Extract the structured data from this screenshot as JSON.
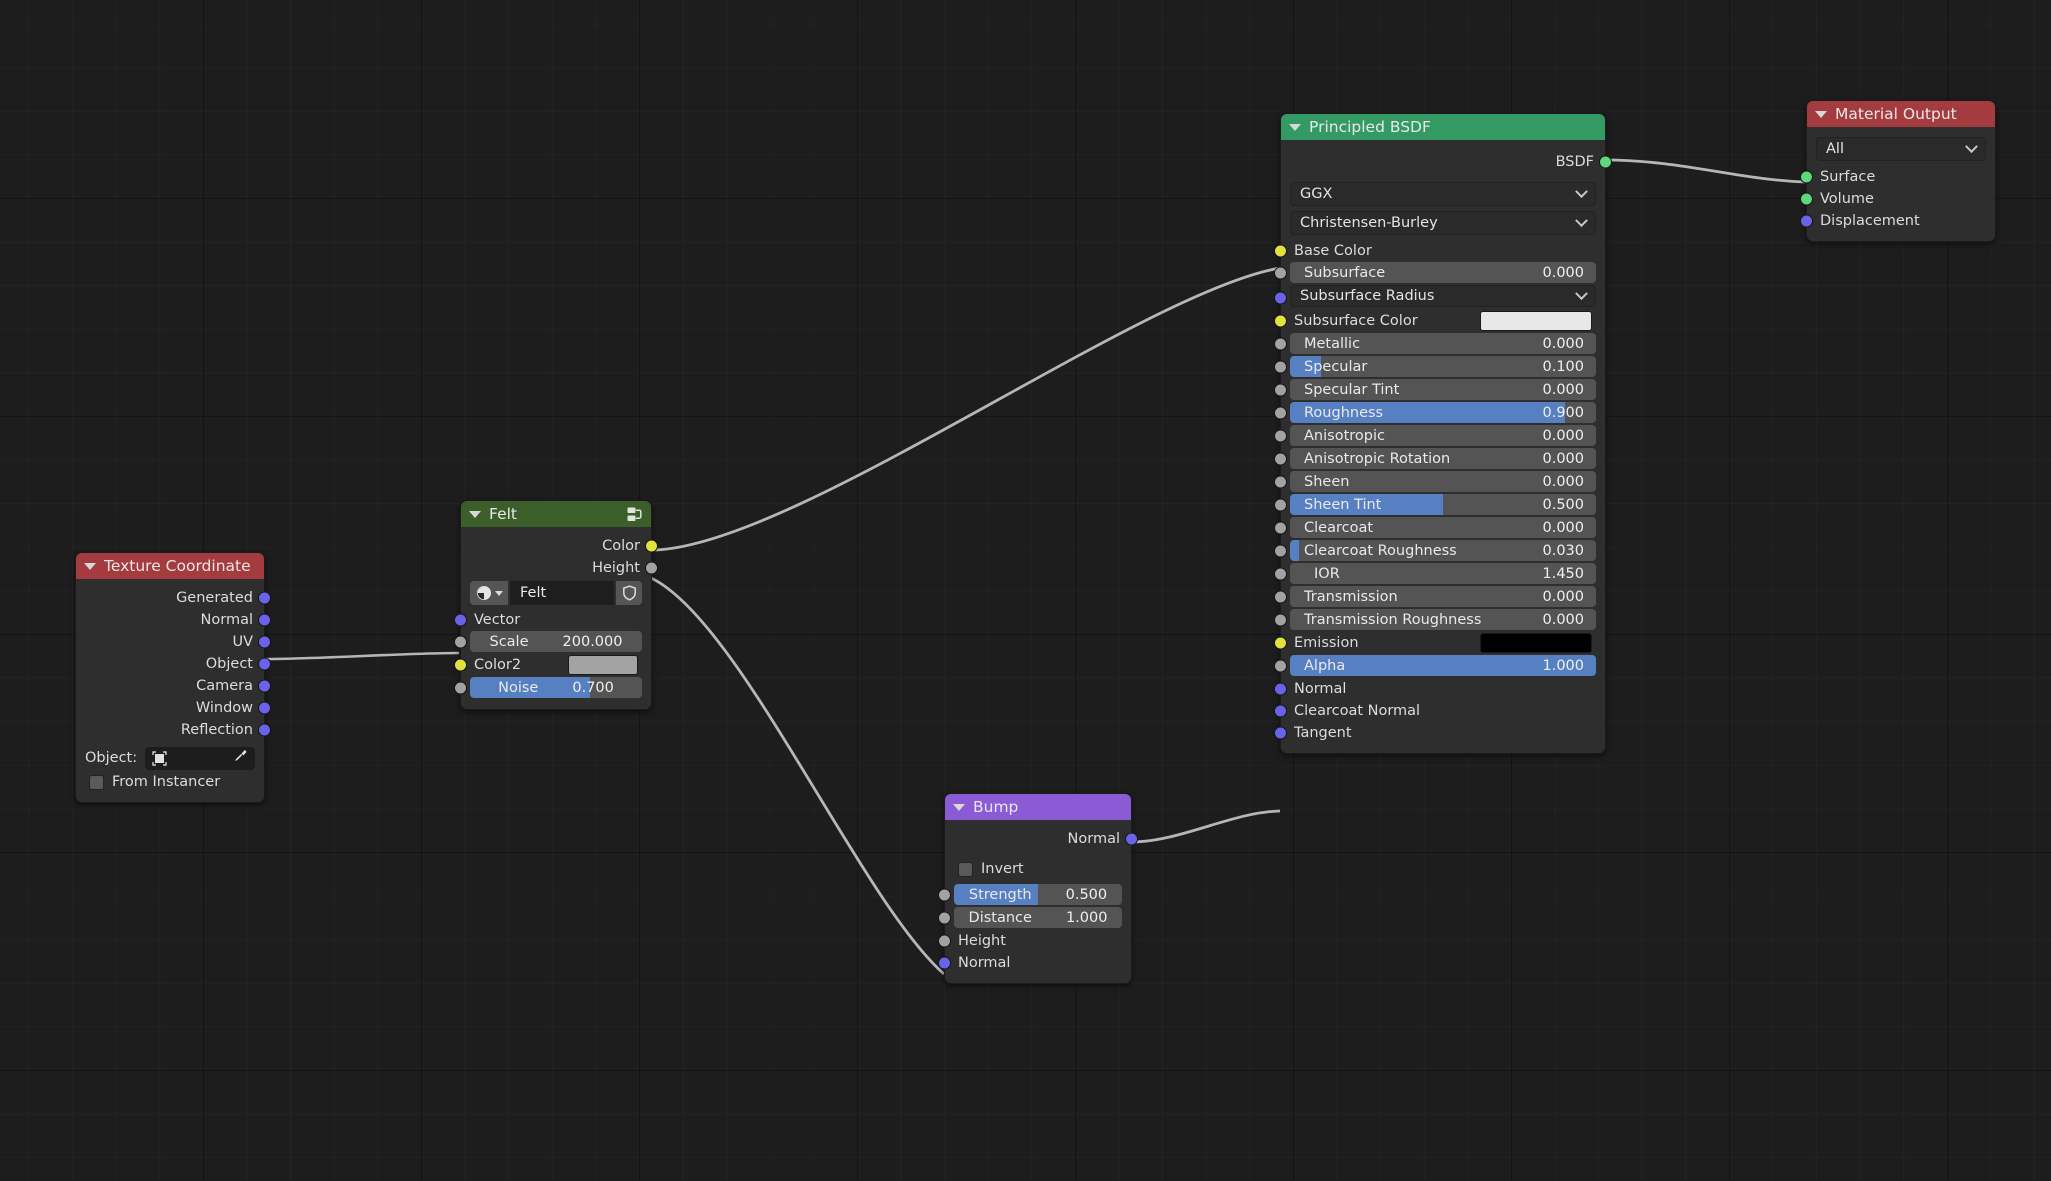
{
  "app": {
    "editor": "Shader Node Editor",
    "background_color": "#1d1d1d"
  },
  "colors": {
    "header_shader": "#349a64",
    "header_input": "#a33b3f",
    "header_vector": "#8b5bd6",
    "header_texture": "#3c5e2a",
    "slider_fill": "#5680c2",
    "socket_shader": "#5bd97c",
    "socket_color": "#e2e23f",
    "socket_value": "#a2a2a2",
    "socket_vector": "#6a63e8",
    "link": "#b6b6b6"
  },
  "nodes": {
    "texture_coordinate": {
      "title": "Texture Coordinate",
      "outputs": [
        {
          "label": "Generated",
          "socket": "vector"
        },
        {
          "label": "Normal",
          "socket": "vector"
        },
        {
          "label": "UV",
          "socket": "vector"
        },
        {
          "label": "Object",
          "socket": "vector"
        },
        {
          "label": "Camera",
          "socket": "vector"
        },
        {
          "label": "Window",
          "socket": "vector"
        },
        {
          "label": "Reflection",
          "socket": "vector"
        }
      ],
      "object_label": "Object:",
      "object_value": "",
      "from_instancer_label": "From Instancer",
      "from_instancer_checked": false
    },
    "felt": {
      "title": "Felt",
      "outputs": [
        {
          "label": "Color",
          "socket": "color"
        },
        {
          "label": "Height",
          "socket": "value"
        }
      ],
      "texture_name": "Felt",
      "inputs": [
        {
          "label": "Vector",
          "socket": "vector"
        }
      ],
      "props": [
        {
          "name": "Scale",
          "value": "200.000",
          "fill": 0
        },
        {
          "name": "Noise",
          "value": "0.700",
          "fill": 70
        }
      ],
      "color2_label": "Color2",
      "color2_value": "#a3a3a3"
    },
    "bump": {
      "title": "Bump",
      "outputs": [
        {
          "label": "Normal",
          "socket": "vector"
        }
      ],
      "invert_label": "Invert",
      "invert_checked": false,
      "props": [
        {
          "name": "Strength",
          "value": "0.500",
          "fill": 50
        },
        {
          "name": "Distance",
          "value": "1.000",
          "fill": 0
        }
      ],
      "inputs": [
        {
          "label": "Height",
          "socket": "value"
        },
        {
          "label": "Normal",
          "socket": "vector"
        }
      ]
    },
    "principled_bsdf": {
      "title": "Principled BSDF",
      "outputs": [
        {
          "label": "BSDF",
          "socket": "shader"
        }
      ],
      "distribution": "GGX",
      "subsurface_method": "Christensen-Burley",
      "base_color_label": "Base Color",
      "subsurface_radius_label": "Subsurface Radius",
      "subsurface_color_label": "Subsurface Color",
      "subsurface_color_value": "#e8e8e8",
      "emission_label": "Emission",
      "emission_color_value": "#000000",
      "props": [
        {
          "name": "Subsurface",
          "value": "0.000",
          "fill": 0
        },
        {
          "name": "Metallic",
          "value": "0.000",
          "fill": 0
        },
        {
          "name": "Specular",
          "value": "0.100",
          "fill": 10
        },
        {
          "name": "Specular Tint",
          "value": "0.000",
          "fill": 0
        },
        {
          "name": "Roughness",
          "value": "0.900",
          "fill": 90
        },
        {
          "name": "Anisotropic",
          "value": "0.000",
          "fill": 0
        },
        {
          "name": "Anisotropic Rotation",
          "value": "0.000",
          "fill": 0
        },
        {
          "name": "Sheen",
          "value": "0.000",
          "fill": 0
        },
        {
          "name": "Sheen Tint",
          "value": "0.500",
          "fill": 50
        },
        {
          "name": "Clearcoat",
          "value": "0.000",
          "fill": 0
        },
        {
          "name": "Clearcoat Roughness",
          "value": "0.030",
          "fill": 3
        },
        {
          "name": "IOR",
          "value": "1.450",
          "fill": 0
        },
        {
          "name": "Transmission",
          "value": "0.000",
          "fill": 0
        },
        {
          "name": "Transmission Roughness",
          "value": "0.000",
          "fill": 0
        },
        {
          "name": "Alpha",
          "value": "1.000",
          "fill": 100
        }
      ],
      "vector_inputs": [
        {
          "label": "Normal",
          "socket": "vector"
        },
        {
          "label": "Clearcoat Normal",
          "socket": "vector"
        },
        {
          "label": "Tangent",
          "socket": "vector"
        }
      ]
    },
    "material_output": {
      "title": "Material Output",
      "target": "All",
      "inputs": [
        {
          "label": "Surface",
          "socket": "shader"
        },
        {
          "label": "Volume",
          "socket": "shader"
        },
        {
          "label": "Displacement",
          "socket": "vector"
        }
      ]
    }
  },
  "links": [
    {
      "from": "texture_coordinate.UV",
      "to": "felt.Vector"
    },
    {
      "from": "felt.Color",
      "to": "principled_bsdf.Base Color"
    },
    {
      "from": "felt.Height",
      "to": "bump.Height"
    },
    {
      "from": "bump.Normal",
      "to": "principled_bsdf.Normal"
    },
    {
      "from": "principled_bsdf.BSDF",
      "to": "material_output.Surface"
    }
  ]
}
